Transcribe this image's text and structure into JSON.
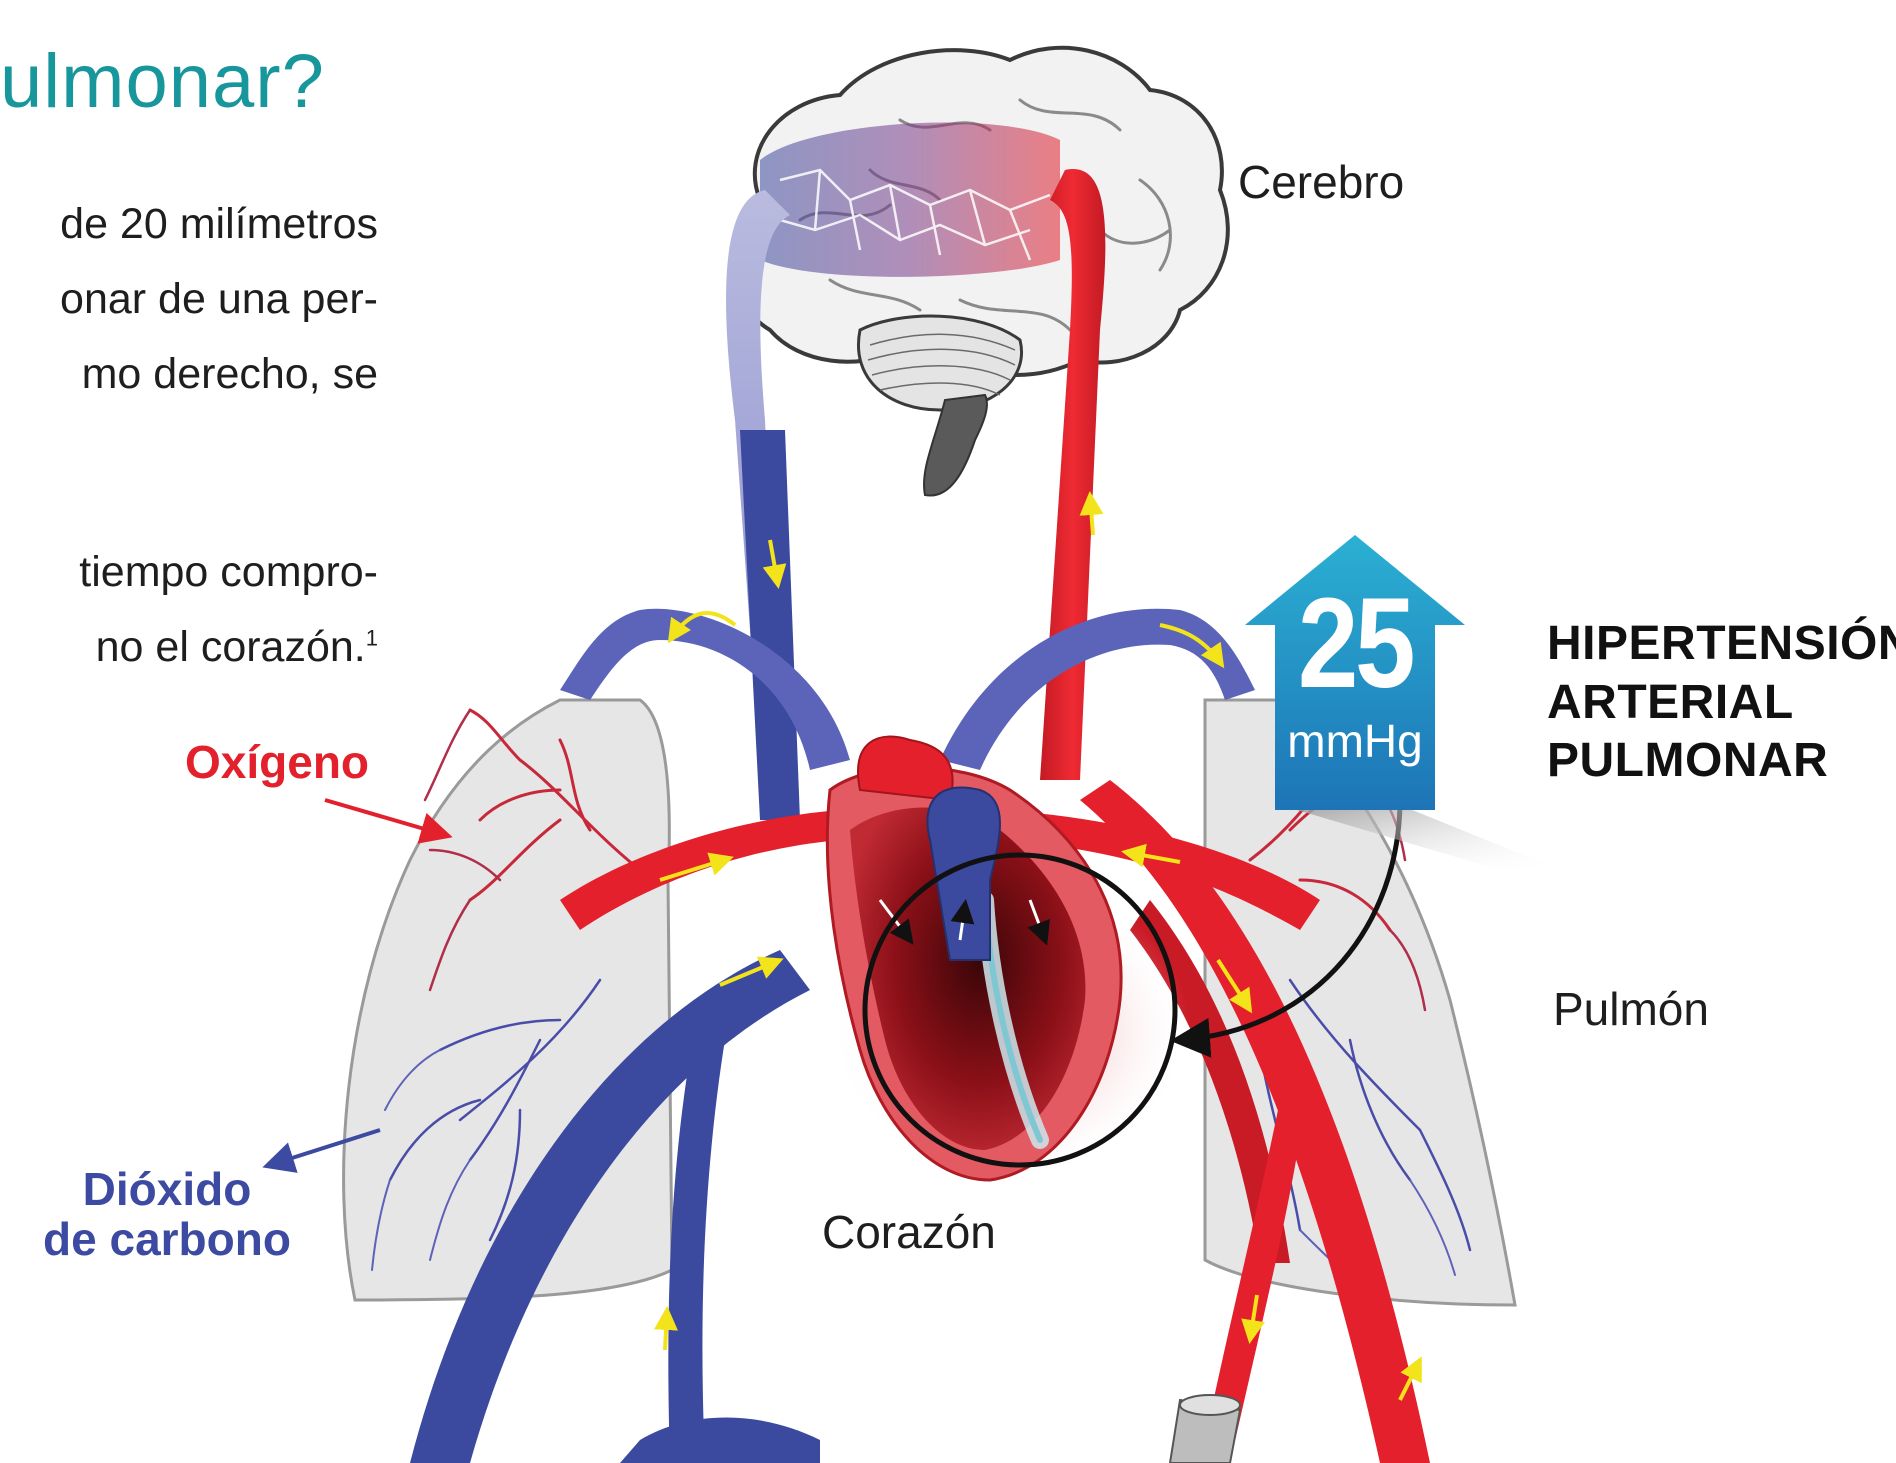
{
  "heading": {
    "title": "ulmonar?",
    "paragraph1": [
      "de 20 milímetros",
      "onar de una per-",
      "mo derecho, se"
    ],
    "paragraph2": [
      "tiempo compro-",
      "no el corazón."
    ],
    "footnote_marker": "1"
  },
  "labels": {
    "brain": "Cerebro",
    "lung": "Pulmón",
    "heart": "Corazón",
    "oxygen": "Oxígeno",
    "co2_line1": "Dióxido",
    "co2_line2": "de carbono"
  },
  "pressure_badge": {
    "value": "25",
    "unit": "mmHg",
    "color": "#1e8fc8"
  },
  "condition": [
    "HIPERTENSIÓN",
    "ARTERIAL",
    "PULMONAR"
  ],
  "colors": {
    "title": "#17969c",
    "artery": "#e3202b",
    "vein": "#3b4a9e",
    "flow_arrow": "#f2e31a"
  },
  "icons": [
    "brain-icon",
    "heart-icon",
    "lung-icon",
    "up-arrow-icon",
    "flow-arrow-icon"
  ]
}
